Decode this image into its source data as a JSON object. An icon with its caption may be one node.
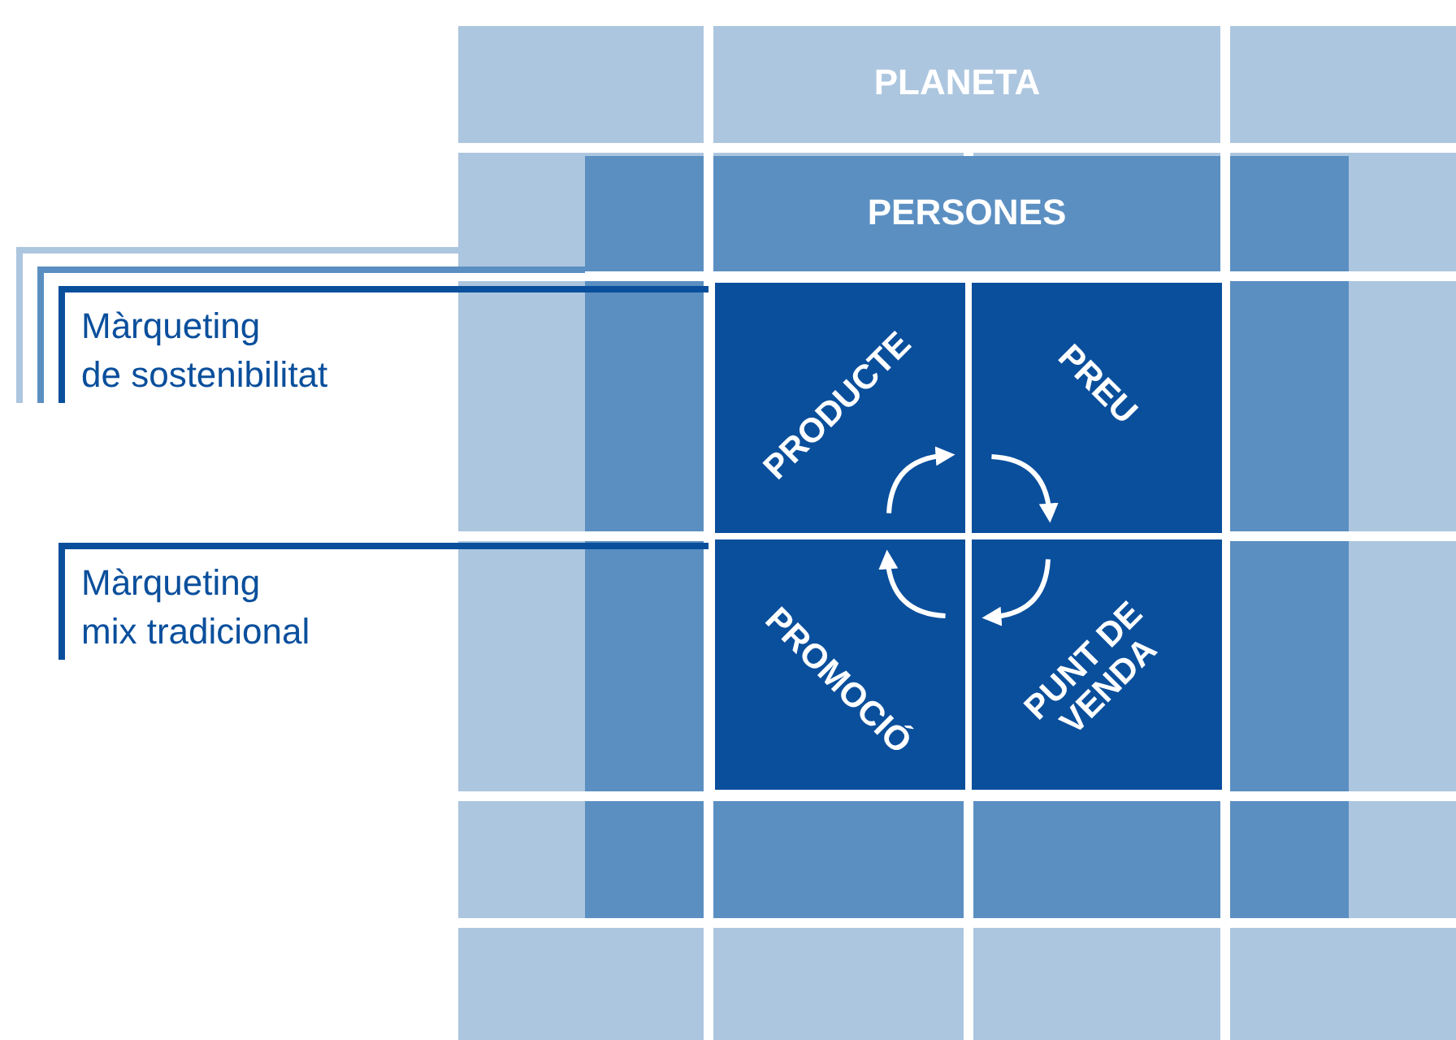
{
  "diagram": {
    "nodes": [
      {
        "text": [
          "PLANETA"
        ]
      },
      {
        "text": [
          "PERSONES"
        ],
        "in": 0
      },
      {
        "text": [],
        "shape": "box",
        "in": 1
      },
      {
        "text": [
          "PRODUCTE"
        ],
        "in": 2
      },
      {
        "text": [
          "PREU"
        ],
        "in": 2
      },
      {
        "text": [
          "PROMOCIÓ"
        ],
        "in": 2
      },
      {
        "text": [
          "PUNT DE VENDA"
        ],
        "in": 2
      },
      {
        "text": [
          "Màrqueting de sostenibilitat"
        ]
      },
      {
        "text": [
          "Màrqueting mix tradicional"
        ]
      }
    ],
    "edges": [
      {
        "from": 7,
        "to": 0,
        "arrow": "none",
        "color": "#adc6df"
      },
      {
        "from": 7,
        "to": 1,
        "arrow": "none",
        "color": "#5b8fc2"
      },
      {
        "from": 7,
        "to": 2,
        "arrow": "none",
        "color": "#0a4f9c"
      },
      {
        "from": 8,
        "to": 2,
        "arrow": "none",
        "color": "#0a4f9c"
      },
      {
        "from": 3,
        "to": 4,
        "arrow": "to"
      },
      {
        "from": 4,
        "to": 6,
        "arrow": "to"
      },
      {
        "from": 6,
        "to": 5,
        "arrow": "to"
      },
      {
        "from": 5,
        "to": 3,
        "arrow": "to"
      }
    ]
  }
}
